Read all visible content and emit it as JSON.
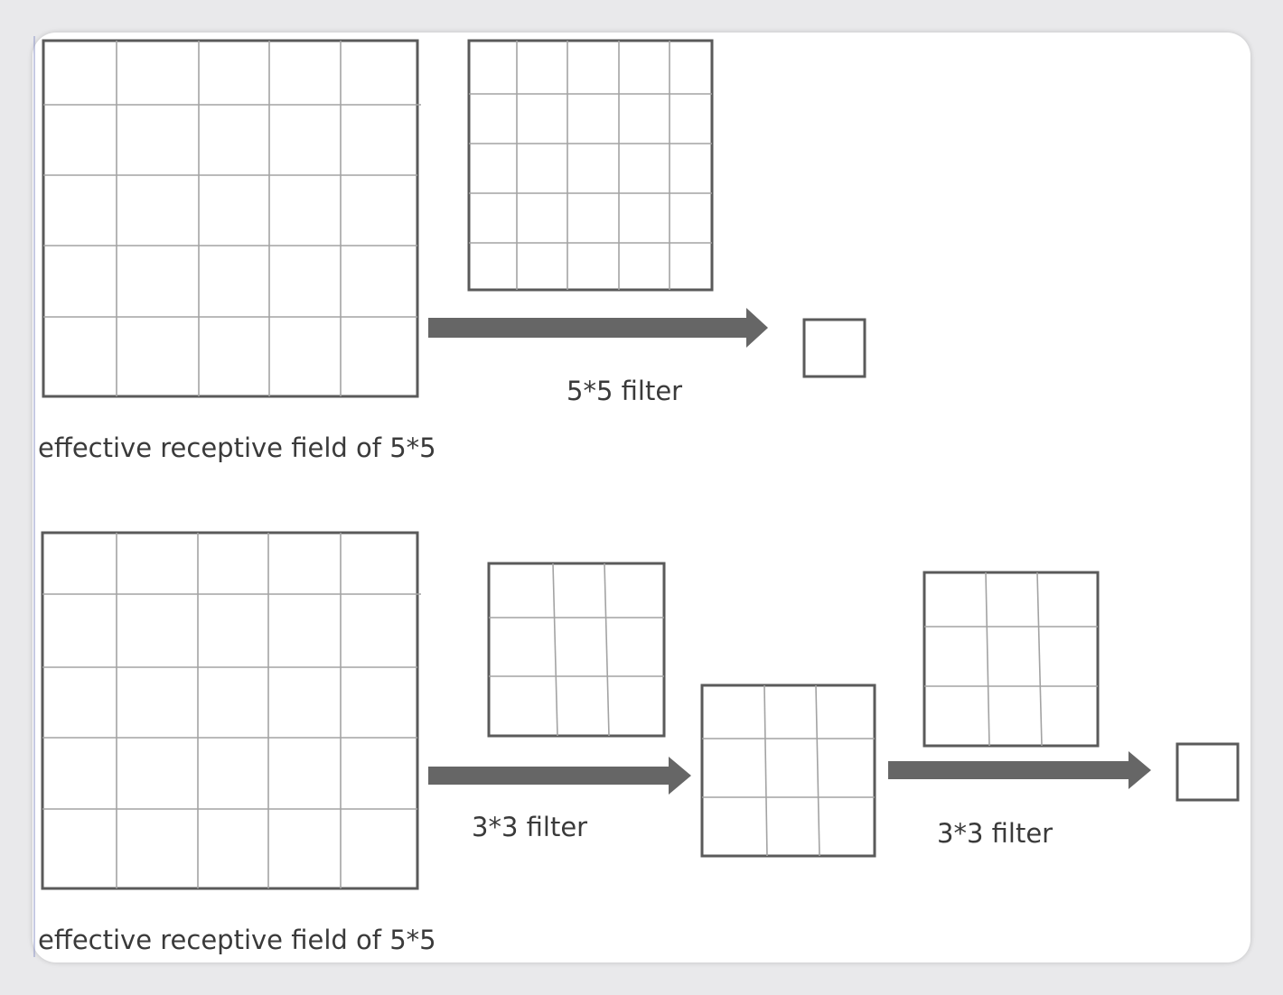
{
  "top_section": {
    "receptive_field_label": "effective receptive field of 5*5",
    "filter_label": "5*5 filter"
  },
  "bottom_section": {
    "receptive_field_label": "effective receptive field of 5*5",
    "filter1_label": "3*3 filter",
    "filter2_label": "3*3 filter"
  },
  "colors": {
    "grid_outline": "#5a5a5a",
    "grid_lines": "#a3a3a3",
    "arrow": "#666666",
    "text": "#3a3a3a"
  }
}
